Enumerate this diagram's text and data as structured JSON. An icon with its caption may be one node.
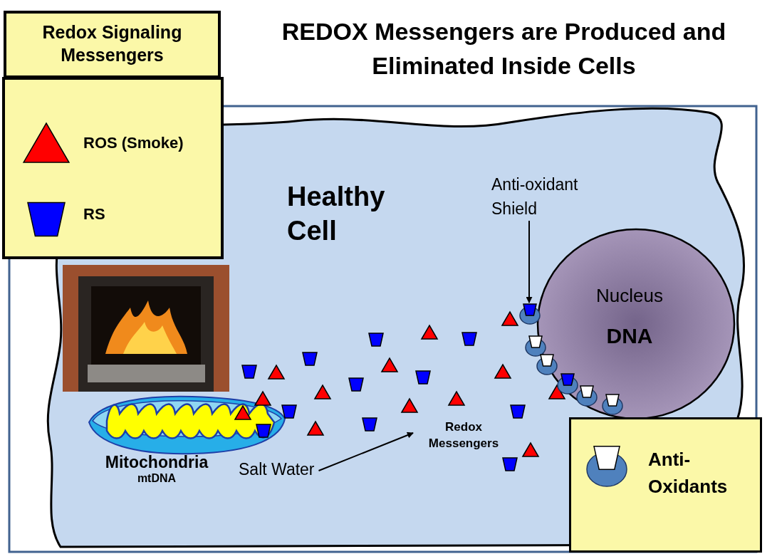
{
  "diagram": {
    "title": "REDOX Messengers are Produced and Eliminated Inside Cells",
    "nodes": [
      {
        "text": [
          "Healthy Cell"
        ]
      },
      {
        "text": [
          "Nucleus",
          "DNA"
        ],
        "in": 0
      },
      {
        "text": [],
        "shape": "picture",
        "beside": [
          "Mitochondria",
          "mtDNA"
        ],
        "in": 0
      },
      {
        "text": [
          "Anti-oxidant Shield"
        ],
        "in": 0
      },
      {
        "text": [
          "Salt Water"
        ],
        "in": 0
      },
      {
        "text": [
          "Redox Messengers"
        ],
        "in": 0
      },
      {
        "text": [],
        "shape": "circle",
        "in": 0
      }
    ],
    "edges": [
      {
        "from": 3,
        "to": 6,
        "arrow": "to"
      },
      {
        "from": 4,
        "to": 5,
        "arrow": "to"
      }
    ],
    "labels": [
      "Redox Signaling Messengers"
    ],
    "legend": [
      {
        "text": "ROS (Smoke)"
      },
      {
        "text": "RS"
      },
      {
        "text": "Anti-Oxidants"
      }
    ]
  }
}
